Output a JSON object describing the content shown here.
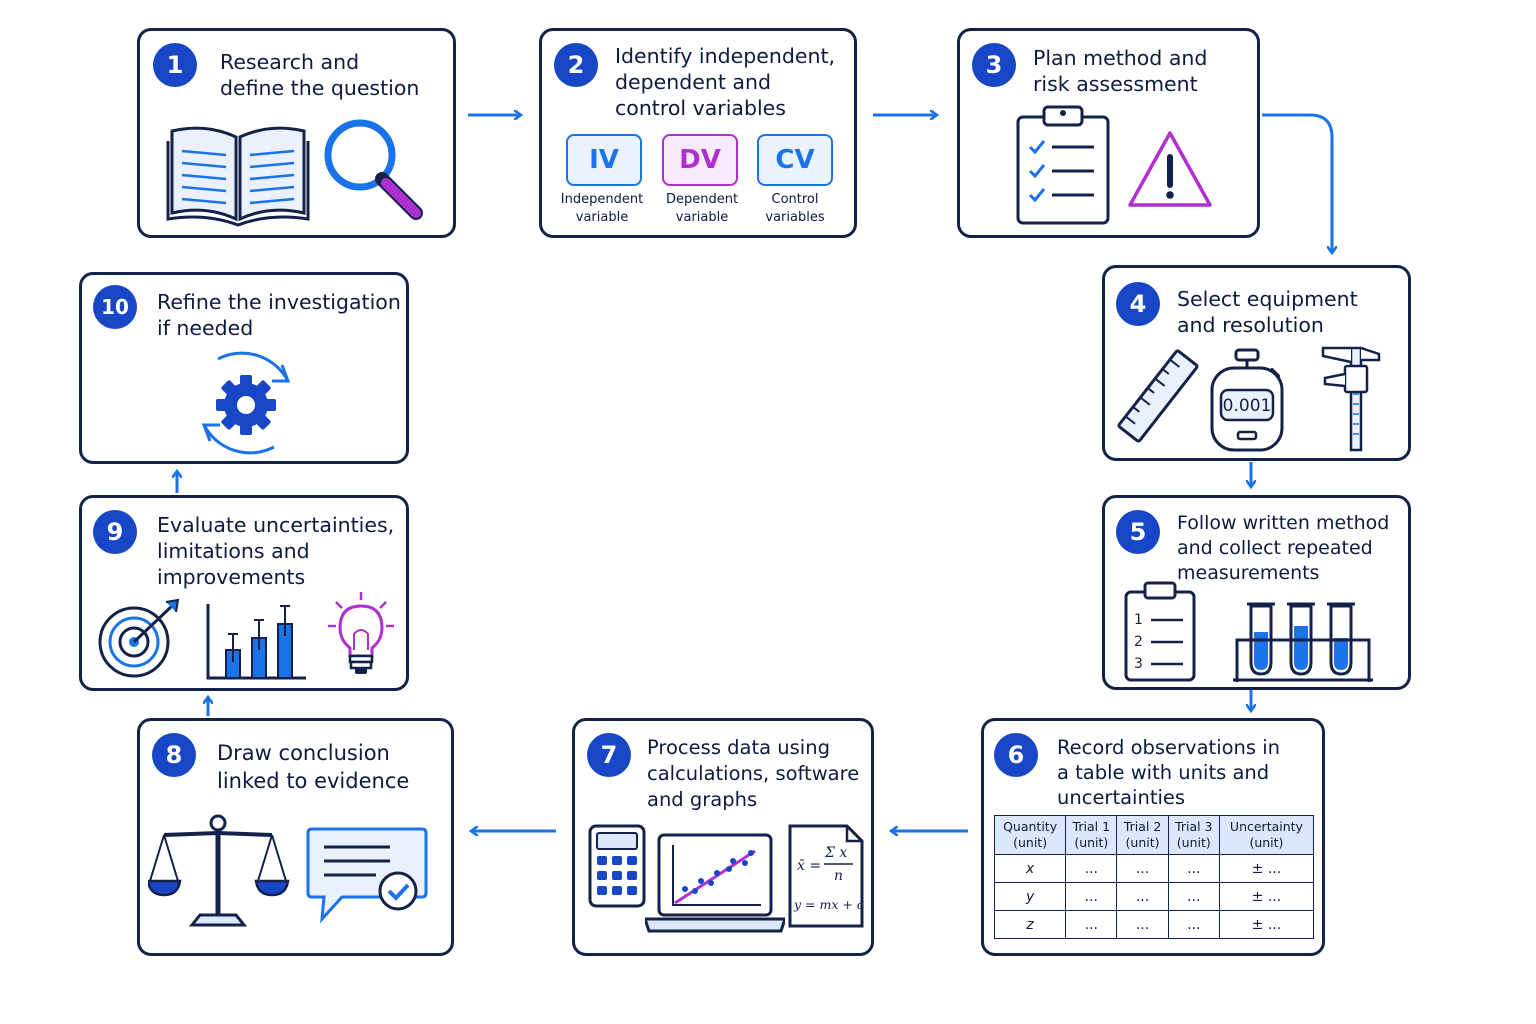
{
  "steps": [
    {
      "number": "1",
      "title": "Research and\ndefine the question"
    },
    {
      "number": "2",
      "title": "Identify independent,\ndependent and\ncontrol variables"
    },
    {
      "number": "3",
      "title": "Plan method and\nrisk assessment"
    },
    {
      "number": "4",
      "title": "Select equipment\nand resolution"
    },
    {
      "number": "5",
      "title": "Follow written method\nand collect repeated\nmeasurements"
    },
    {
      "number": "6",
      "title": "Record observations in\na table with units and\nuncertainties"
    },
    {
      "number": "7",
      "title": "Process  data using\ncalculations, software\nand graphs"
    },
    {
      "number": "8",
      "title": "Draw conclusion\nlinked to evidence"
    },
    {
      "number": "9",
      "title": "Evaluate uncertainties,\nlimitations and\nimprovements"
    },
    {
      "number": "10",
      "title": "Refine the investigation\nif needed"
    }
  ],
  "variables": [
    {
      "abbr": "IV",
      "label": "Independent\nvariable",
      "color": "#1a73e8"
    },
    {
      "abbr": "DV",
      "label": "Dependent\nvariable",
      "color": "#b02fd1"
    },
    {
      "abbr": "CV",
      "label": "Control\nvariables",
      "color": "#1a73e8"
    }
  ],
  "stopwatch_readout": "0.001",
  "numbered_list": [
    "1",
    "2",
    "3"
  ],
  "formulas": {
    "mean_lhs": "x̄ =",
    "mean_num": "Σ x",
    "mean_den": "n",
    "line": "y = mx + c"
  },
  "table": {
    "headers": [
      "Quantity\n(unit)",
      "Trial 1\n(unit)",
      "Trial 2\n(unit)",
      "Trial 3\n(unit)",
      "Uncertainty\n(unit)"
    ],
    "rows": [
      [
        "x",
        "...",
        "...",
        "...",
        "± ..."
      ],
      [
        "y",
        "...",
        "...",
        "...",
        "± ..."
      ],
      [
        "z",
        "...",
        "...",
        "...",
        "± ..."
      ]
    ]
  },
  "colors": {
    "accent": "#1a73e8",
    "badge": "#1746c7",
    "border": "#14224a",
    "purple": "#b02fd1"
  },
  "icons": [
    "book-icon",
    "magnifier-icon",
    "clipboard-checklist-icon",
    "warning-icon",
    "ruler-icon",
    "stopwatch-icon",
    "caliper-icon",
    "numbered-clipboard-icon",
    "test-tubes-icon",
    "calculator-icon",
    "laptop-scatter-icon",
    "formula-sheet-icon",
    "scales-icon",
    "speech-check-icon",
    "target-icon",
    "error-bar-chart-icon",
    "lightbulb-icon",
    "gear-cycle-icon"
  ]
}
